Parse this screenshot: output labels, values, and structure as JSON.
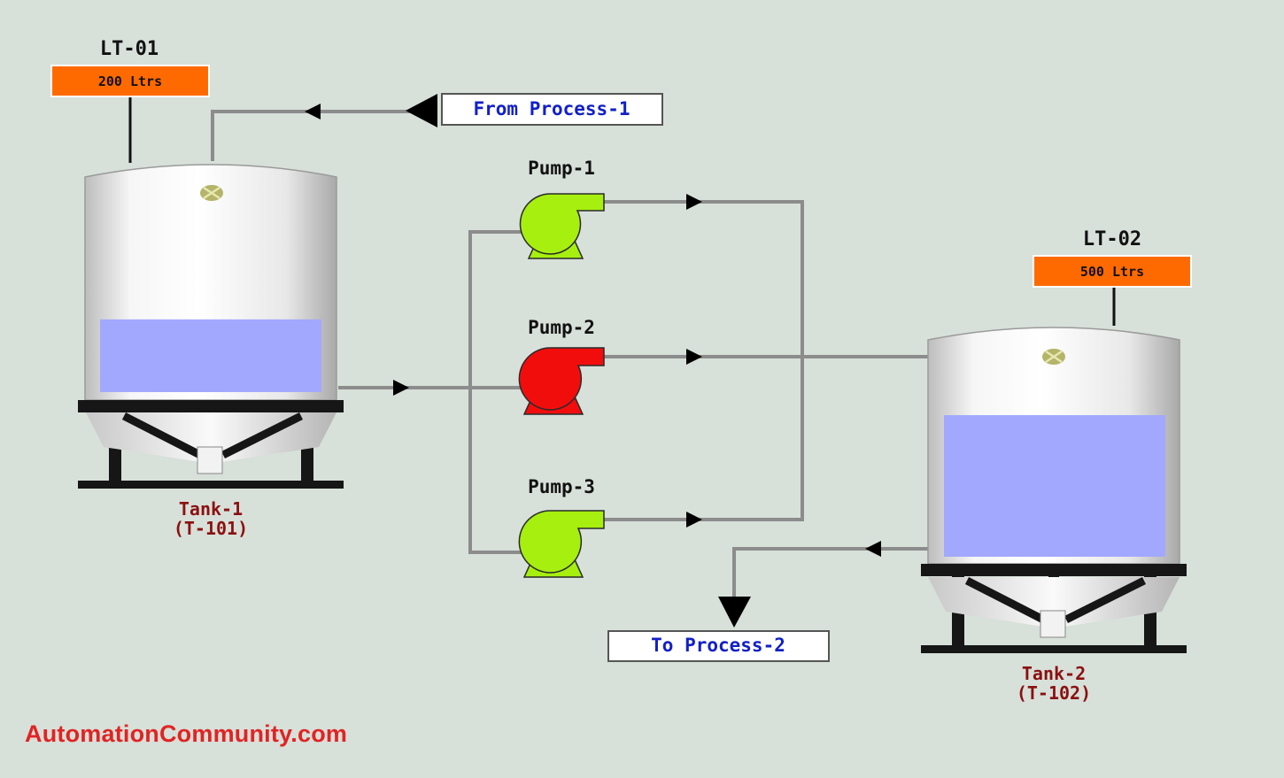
{
  "tanks": {
    "tank1": {
      "name": "Tank-1",
      "tag": "(T-101)",
      "level": 0.31
    },
    "tank2": {
      "name": "Tank-2",
      "tag": "(T-102)",
      "level": 0.62
    }
  },
  "transmitters": {
    "lt01": {
      "tag": "LT-01",
      "value": "200 Ltrs"
    },
    "lt02": {
      "tag": "LT-02",
      "value": "500 Ltrs"
    }
  },
  "pumps": {
    "pump1": {
      "label": "Pump-1",
      "status": "off"
    },
    "pump2": {
      "label": "Pump-2",
      "status": "running"
    },
    "pump3": {
      "label": "Pump-3",
      "status": "off"
    }
  },
  "process": {
    "from_label": "From Process-1",
    "to_label": "To Process-2"
  },
  "watermark": "AutomationCommunity.com",
  "colors": {
    "background": "#d7e0d9",
    "pump_off": "#a6ef0f",
    "pump_on": "#f20d0d",
    "liquid": "#a2a8fe",
    "transmitter_box": "#ff6a00",
    "pipe": "#8c8c8c",
    "process_text": "#1220c8",
    "tank_text": "#8b1010",
    "watermark": "#e02424"
  }
}
